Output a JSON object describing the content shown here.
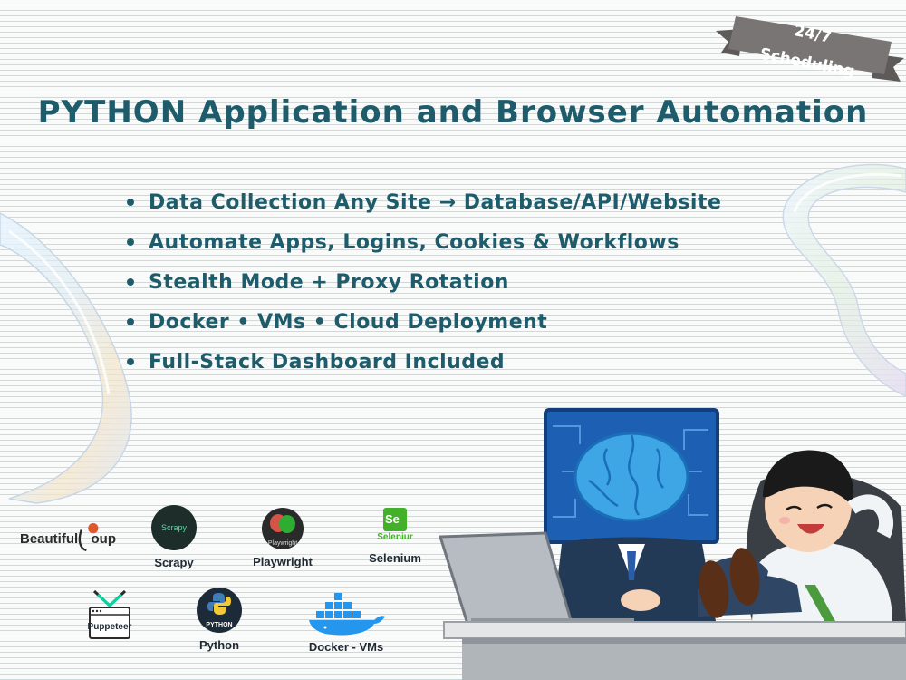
{
  "badge": {
    "label": "24/7 Scheduling"
  },
  "headline": {
    "title": "PYTHON Application and Browser Automation"
  },
  "features": [
    "Data Collection Any Site → Database/API/Website",
    "Automate Apps, Logins, Cookies & Workflows",
    "Stealth Mode + Proxy Rotation",
    "Docker • VMs • Cloud Deployment",
    "Full-Stack Dashboard Included"
  ],
  "logos": {
    "beautifulsoup": {
      "text": "Beautiful",
      "text2": "oup"
    },
    "scrapy": {
      "inner": "Scrapy",
      "caption": "Scrapy"
    },
    "playwright": {
      "inner": "Playwright",
      "caption": "Playwright"
    },
    "selenium": {
      "inner": "Se",
      "caption": "Selenium",
      "wordmark": "Seleniur"
    },
    "puppeteer": {
      "caption": "Puppeteer"
    },
    "python": {
      "inner": "PYTHON",
      "caption": "Python"
    },
    "docker": {
      "caption": "Docker - VMs"
    }
  },
  "colors": {
    "title": "#1f5c6b",
    "ribbon": "#7a7575",
    "screen": "#1d5fb3",
    "brain": "#3fa6e6"
  }
}
